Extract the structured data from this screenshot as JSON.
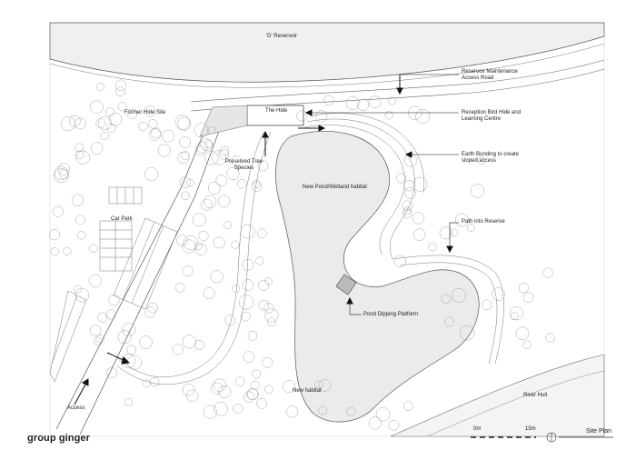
{
  "labels": {
    "d_reservoir": "'D' Reservoir",
    "maintenance_road_1": "Reservoir Maintenance",
    "maintenance_road_2": "Access Road",
    "former_hide": "Former Hide Site",
    "the_hide": "The Hide",
    "reception_1": "Reception Bird Hide and",
    "reception_2": "Learning Centre",
    "earth_bunding_1": "Earth Bunding to create",
    "earth_bunding_2": "sloped access",
    "preserved_tree_1": "Preserved Tree",
    "preserved_tree_2": "Species",
    "new_pond": "New Pond/Wetland habitat",
    "car_park": "Car Park",
    "path_reserve": "Path into Reserve",
    "pond_dipping": "Pond Dipping Platform",
    "new_habitat": "New habitat",
    "river_hull": "River Hull",
    "access": "Access"
  },
  "brand": "group ginger",
  "scale": {
    "start": "0m",
    "end": "15m"
  },
  "sheet_title": "Site Plan",
  "colors": {
    "line": "#555555",
    "tree": "#9a9a9a",
    "pond": "#ebebeb",
    "reservoir": "#f0f0f0",
    "text": "#222222"
  }
}
